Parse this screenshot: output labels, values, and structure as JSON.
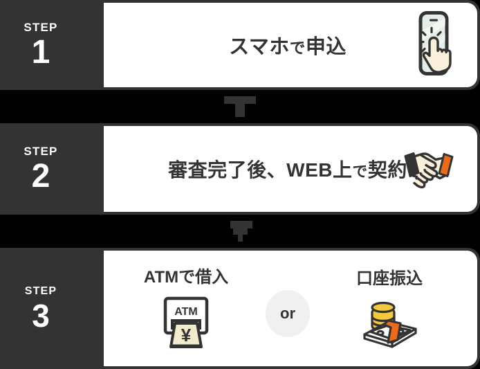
{
  "theme": {
    "background": "#000000",
    "badge_bg": "#333333",
    "card_bg": "#ffffff",
    "text_dark": "#333333",
    "text_light": "#ffffff",
    "accent_orange": "#ea6a1e",
    "accent_gold": "#f5c842",
    "icon_cream": "#faf0dc",
    "icon_mint": "#e4ede6",
    "or_badge_bg": "#f0f0f0",
    "arrow_color": "#333333"
  },
  "steps": [
    {
      "step_word": "STEP",
      "step_number": "1",
      "title": "スマホで申込",
      "title_parts": {
        "main1": "スマホ",
        "small": "で",
        "main2": "申込"
      },
      "icon": "smartphone-tap-icon"
    },
    {
      "step_word": "STEP",
      "step_number": "2",
      "title": "審査完了後、WEB上で契約",
      "title_parts": {
        "main1": "審査完了後、WEB上",
        "small": "で",
        "main2": "契約"
      },
      "icon": "handshake-icon"
    },
    {
      "step_word": "STEP",
      "step_number": "3",
      "title": "",
      "options": [
        {
          "title": "ATMで借入",
          "icon": "atm-yen-icon",
          "icon_label": "ATM",
          "currency_symbol": "¥"
        },
        {
          "title": "口座振込",
          "icon": "cash-coins-icon"
        }
      ],
      "separator_label": "or"
    }
  ],
  "connectors": [
    {
      "icon": "down-arrow-icon"
    },
    {
      "icon": "down-arrow-icon"
    }
  ]
}
